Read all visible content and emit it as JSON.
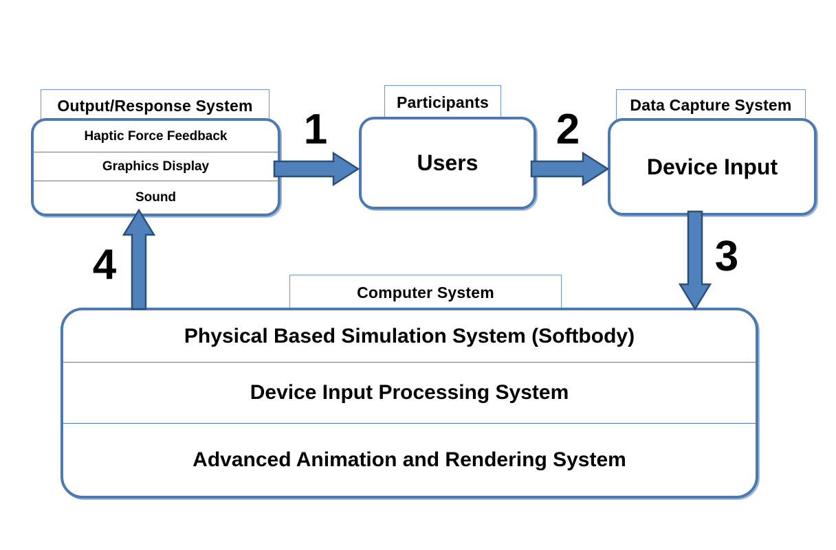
{
  "diagram": {
    "background": "#ffffff",
    "colors": {
      "box_border": "#4a79b5",
      "label_box_border": "#6d95c4",
      "arrow_fill": "#4f81bd",
      "arrow_outline": "#2d4e77",
      "text": "#000000"
    },
    "groups": {
      "output_response": {
        "label": "Output/Response System",
        "rows": [
          "Haptic Force Feedback",
          "Graphics Display",
          "Sound"
        ]
      },
      "participants": {
        "label": "Participants",
        "box": "Users"
      },
      "data_capture": {
        "label": "Data Capture System",
        "box": "Device Input"
      },
      "computer": {
        "label": "Computer System",
        "rows": [
          "Physical Based Simulation System (Softbody)",
          "Device Input Processing System",
          "Advanced Animation and Rendering System"
        ]
      }
    },
    "arrows": [
      {
        "number": "1",
        "from": "Output/Response System",
        "to": "Users",
        "direction": "right"
      },
      {
        "number": "2",
        "from": "Users",
        "to": "Device Input",
        "direction": "right"
      },
      {
        "number": "3",
        "from": "Device Input",
        "to": "Computer System",
        "direction": "down"
      },
      {
        "number": "4",
        "from": "Computer System",
        "to": "Output/Response System",
        "direction": "up"
      }
    ]
  }
}
